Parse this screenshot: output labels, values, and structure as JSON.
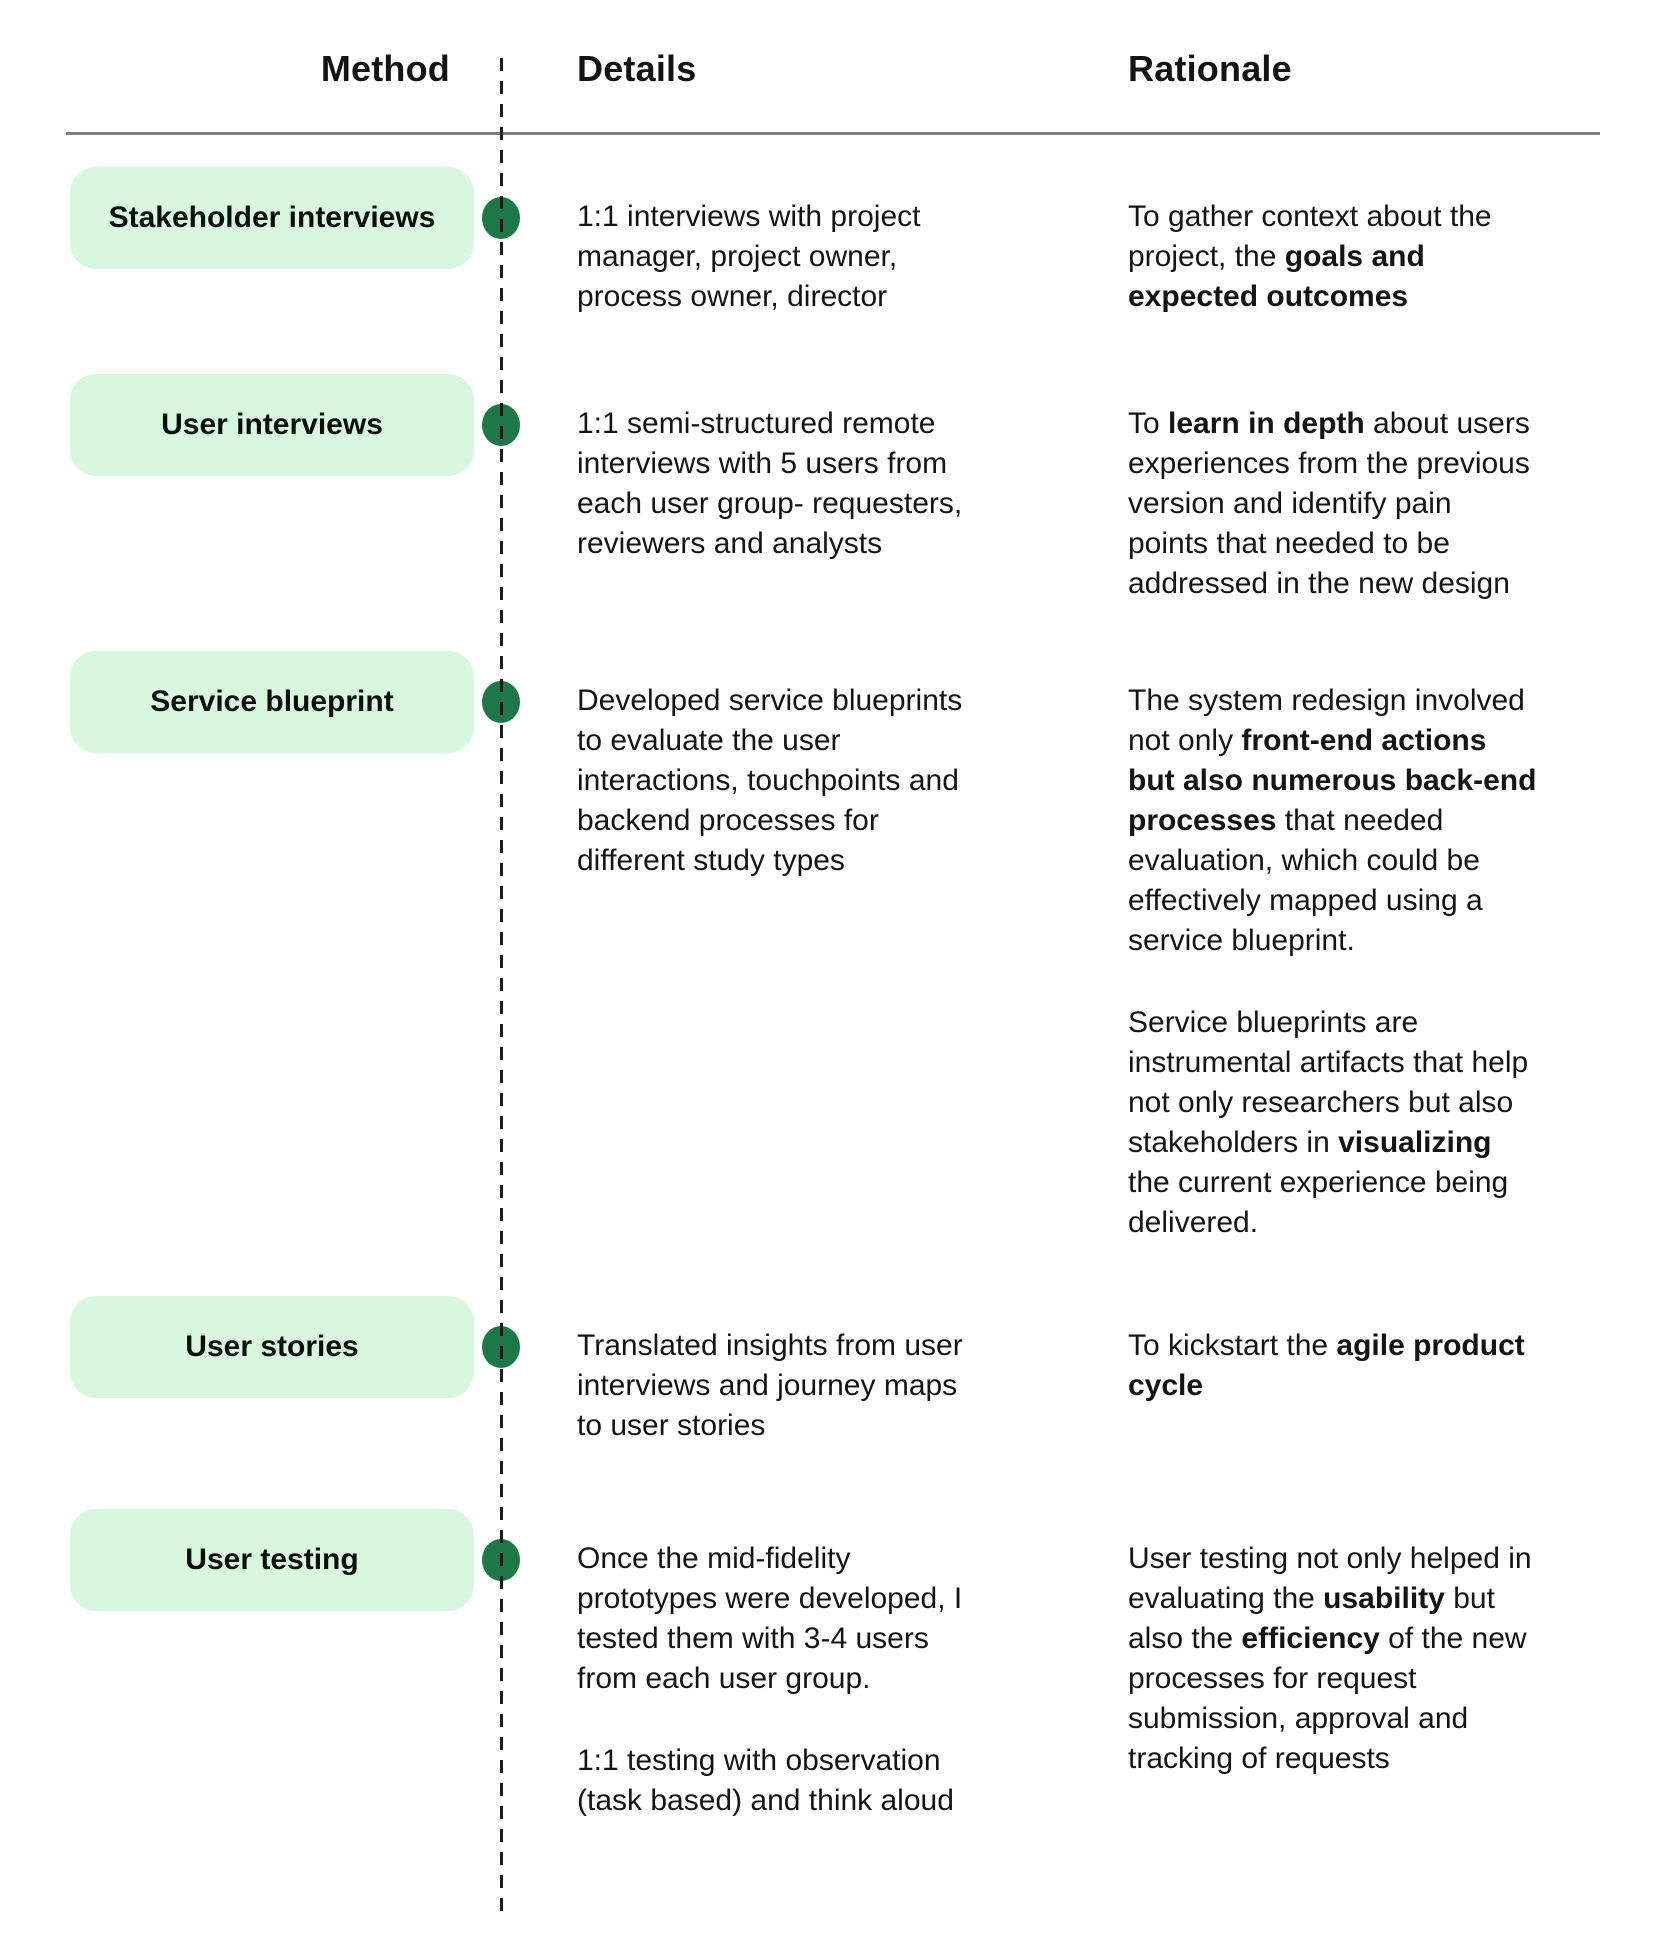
{
  "header": {
    "method": "Method",
    "details": "Details",
    "rationale": "Rationale"
  },
  "colors": {
    "pill_background": "#d7f8df",
    "dot_green": "#1e7747",
    "text": "#141414",
    "header_rule_gray": "#7d7d7d",
    "rail_dash": "#1c1c1c"
  },
  "rows": [
    {
      "method": "Stakeholder interviews",
      "details": [
        [
          {
            "text": "1:1 interviews with project manager, project owner, process owner, director",
            "bold": false
          }
        ]
      ],
      "rationale": [
        [
          {
            "text": "To gather context about the project, the ",
            "bold": false
          },
          {
            "text": "goals and expected outcomes",
            "bold": true
          }
        ]
      ]
    },
    {
      "method": "User interviews",
      "details": [
        [
          {
            "text": "1:1 semi-structured remote interviews with 5 users from each user group- requesters, reviewers and analysts",
            "bold": false
          }
        ]
      ],
      "rationale": [
        [
          {
            "text": "To ",
            "bold": false
          },
          {
            "text": "learn in depth",
            "bold": true
          },
          {
            "text": " about users experiences from the previous version and identify pain points that needed to be addressed in the new design",
            "bold": false
          }
        ]
      ]
    },
    {
      "method": "Service blueprint",
      "details": [
        [
          {
            "text": "Developed service blueprints to evaluate the user interactions, touchpoints and backend processes for different study types",
            "bold": false
          }
        ]
      ],
      "rationale": [
        [
          {
            "text": "The system redesign involved not only ",
            "bold": false
          },
          {
            "text": "front-end actions but also numerous back-end processes",
            "bold": true
          },
          {
            "text": " that needed evaluation, which could be effectively mapped using a service blueprint.",
            "bold": false
          }
        ],
        [
          {
            "text": "Service blueprints are instrumental artifacts that help not only researchers but also stakeholders in ",
            "bold": false
          },
          {
            "text": "visualizing",
            "bold": true
          },
          {
            "text": " the current experience being delivered.",
            "bold": false
          }
        ]
      ]
    },
    {
      "method": "User stories",
      "details": [
        [
          {
            "text": "Translated insights from user interviews and journey maps to user stories",
            "bold": false
          }
        ]
      ],
      "rationale": [
        [
          {
            "text": "To kickstart the ",
            "bold": false
          },
          {
            "text": "agile product cycle",
            "bold": true
          }
        ]
      ]
    },
    {
      "method": "User testing",
      "details": [
        [
          {
            "text": "Once the mid-fidelity prototypes were developed, I tested them with 3-4 users from each user group.",
            "bold": false
          }
        ],
        [
          {
            "text": "1:1 testing with observation (task based) and think aloud",
            "bold": false
          }
        ]
      ],
      "rationale": [
        [
          {
            "text": "User testing not only helped in evaluating the ",
            "bold": false
          },
          {
            "text": "usability",
            "bold": true
          },
          {
            "text": " but also the ",
            "bold": false
          },
          {
            "text": "efficiency",
            "bold": true
          },
          {
            "text": " of the new processes for request submission, approval and tracking of requests",
            "bold": false
          }
        ]
      ]
    }
  ]
}
